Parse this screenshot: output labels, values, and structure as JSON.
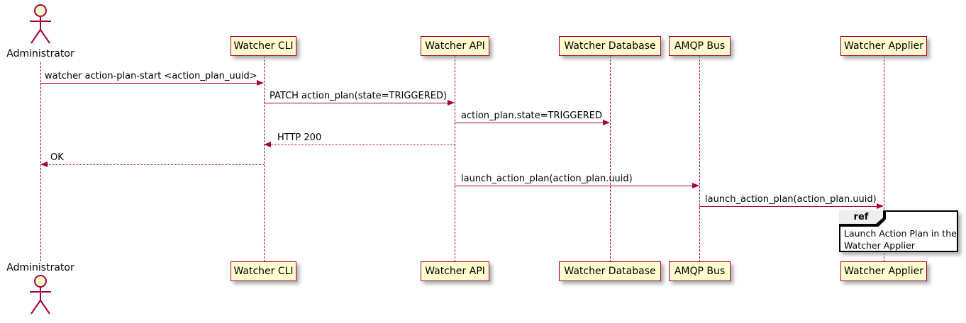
{
  "seq": {
    "participants": [
      {
        "label": "Administrator",
        "kind": "actor"
      },
      {
        "label": "Watcher CLI",
        "kind": "participant"
      },
      {
        "label": "Watcher API",
        "kind": "participant"
      },
      {
        "label": "Watcher Database",
        "kind": "participant"
      },
      {
        "label": "AMQP Bus",
        "kind": "participant"
      },
      {
        "label": "Watcher Applier",
        "kind": "participant"
      }
    ],
    "messages": [
      {
        "label": "watcher action-plan-start <action_plan_uuid>",
        "from": "Administrator",
        "to": "Watcher CLI",
        "line": "solid"
      },
      {
        "label": "PATCH action_plan(state=TRIGGERED)",
        "from": "Watcher CLI",
        "to": "Watcher API",
        "line": "solid"
      },
      {
        "label": "action_plan.state=TRIGGERED",
        "from": "Watcher API",
        "to": "Watcher Database",
        "line": "solid"
      },
      {
        "label": "HTTP 200",
        "from": "Watcher API",
        "to": "Watcher CLI",
        "line": "dotted"
      },
      {
        "label": "OK",
        "from": "Watcher CLI",
        "to": "Administrator",
        "line": "dotted"
      },
      {
        "label": "launch_action_plan(action_plan.uuid)",
        "from": "Watcher API",
        "to": "AMQP Bus",
        "line": "solid"
      },
      {
        "label": "launch_action_plan(action_plan.uuid)",
        "from": "AMQP Bus",
        "to": "Watcher Applier",
        "line": "solid"
      }
    ],
    "ref": {
      "keyword": "ref",
      "over": "Watcher Applier",
      "lines": [
        "Launch Action Plan in the",
        "Watcher Applier"
      ]
    },
    "colors": {
      "participant_fill": "#FEFECE",
      "stroke": "#A80036",
      "text": "#000000",
      "ref_border": "#000000",
      "ref_tab_fill": "#EEEEEE"
    }
  }
}
